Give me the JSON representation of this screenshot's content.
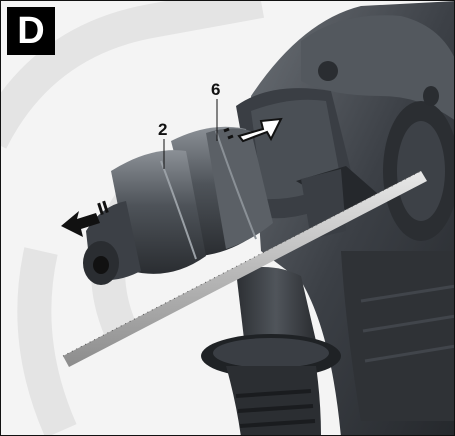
{
  "figure": {
    "panel_label": "D",
    "callouts": [
      {
        "text": "2"
      },
      {
        "text": "6"
      }
    ]
  }
}
